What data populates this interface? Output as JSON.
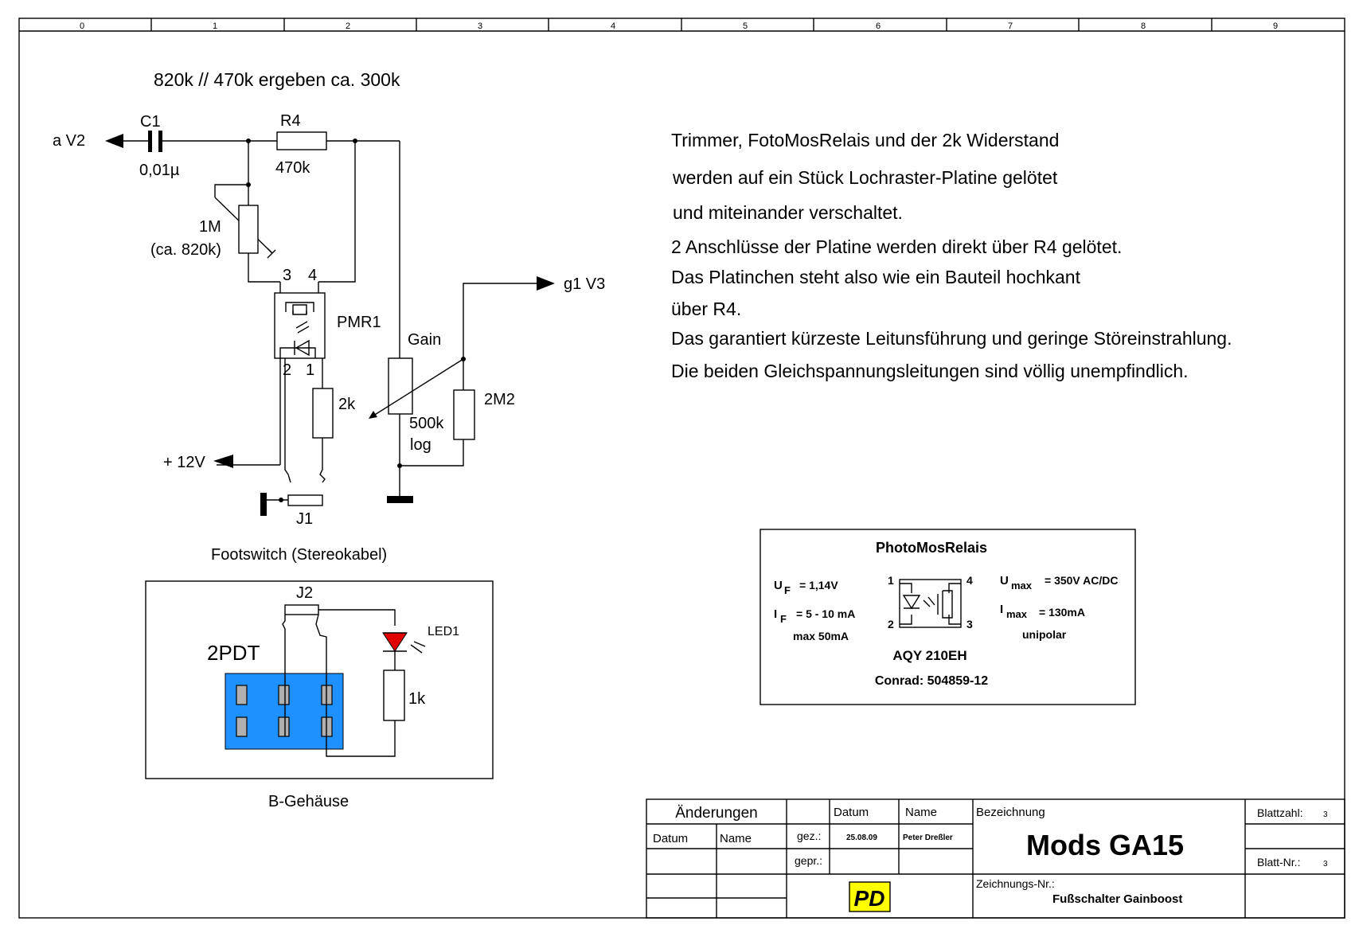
{
  "frame": {
    "column_numbers": [
      "0",
      "1",
      "2",
      "3",
      "4",
      "5",
      "6",
      "7",
      "8",
      "9"
    ]
  },
  "note_top": "820k // 470k ergeben ca. 300k",
  "description": [
    "Trimmer, FotoMosRelais und der 2k Widerstand",
    "werden auf ein Stück Lochraster-Platine gelötet",
    "und miteinander verschaltet.",
    "2 Anschlüsse der Platine werden direkt über R4 gelötet.",
    "Das Platinchen steht also wie ein Bauteil hochkant",
    "über R4.",
    "Das garantiert kürzeste Leitunsführung und geringe Störeinstrahlung.",
    "Die beiden Gleichspannungsleitungen sind völlig unempfindlich."
  ],
  "circuit": {
    "out_v2": "a V2",
    "c1_name": "C1",
    "c1_value": "0,01µ",
    "r4_name": "R4",
    "r4_value": "470k",
    "trimmer_value": "1M",
    "trimmer_note": "(ca. 820k)",
    "pin3": "3",
    "pin4": "4",
    "pin2": "2",
    "pin1": "1",
    "pmr_name": "PMR1",
    "gain_label": "Gain",
    "gain_value": "500k",
    "gain_taper": "log",
    "r_2k": "2k",
    "r_2m2": "2M2",
    "out_g1": "g1 V3",
    "supply": "+ 12V",
    "jack_name": "J1",
    "footswitch": "Footswitch (Stereokabel)"
  },
  "enclosure": {
    "jack_name": "J2",
    "switch_label": "2PDT",
    "led_name": "LED1",
    "resistor": "1k",
    "caption": "B-Gehäuse",
    "switch_color": "#1e90ff",
    "led_color": "#e00000"
  },
  "datasheet": {
    "title": "PhotoMosRelais",
    "uf": "= 1,14V",
    "if": "= 5 - 10 mA",
    "if_max": "max 50mA",
    "umax": "= 350V AC/DC",
    "imax": "= 130mA",
    "type": "unipolar",
    "pin1": "1",
    "pin2": "2",
    "pin3": "3",
    "pin4": "4",
    "part": "AQY 210EH",
    "order": "Conrad: 504859-12"
  },
  "title_block": {
    "changes": "Änderungen",
    "datum": "Datum",
    "name": "Name",
    "datum2": "Datum",
    "name2": "Name",
    "gez": "gez.:",
    "gez_date": "25.08.09",
    "gez_name": "Peter Dreßler",
    "gepr": "gepr.:",
    "bezeichnung": "Bezeichnung",
    "title": "Mods GA15",
    "title_color": "#e00000",
    "zeichnungs_nr": "Zeichnungs-Nr.:",
    "drawing_name": "Fußschalter Gainboost",
    "blattzahl": "Blattzahl:",
    "blattzahl_value": "3",
    "blatt_nr": "Blatt-Nr.:",
    "blatt_nr_value": "3",
    "logo_text": "PD"
  }
}
